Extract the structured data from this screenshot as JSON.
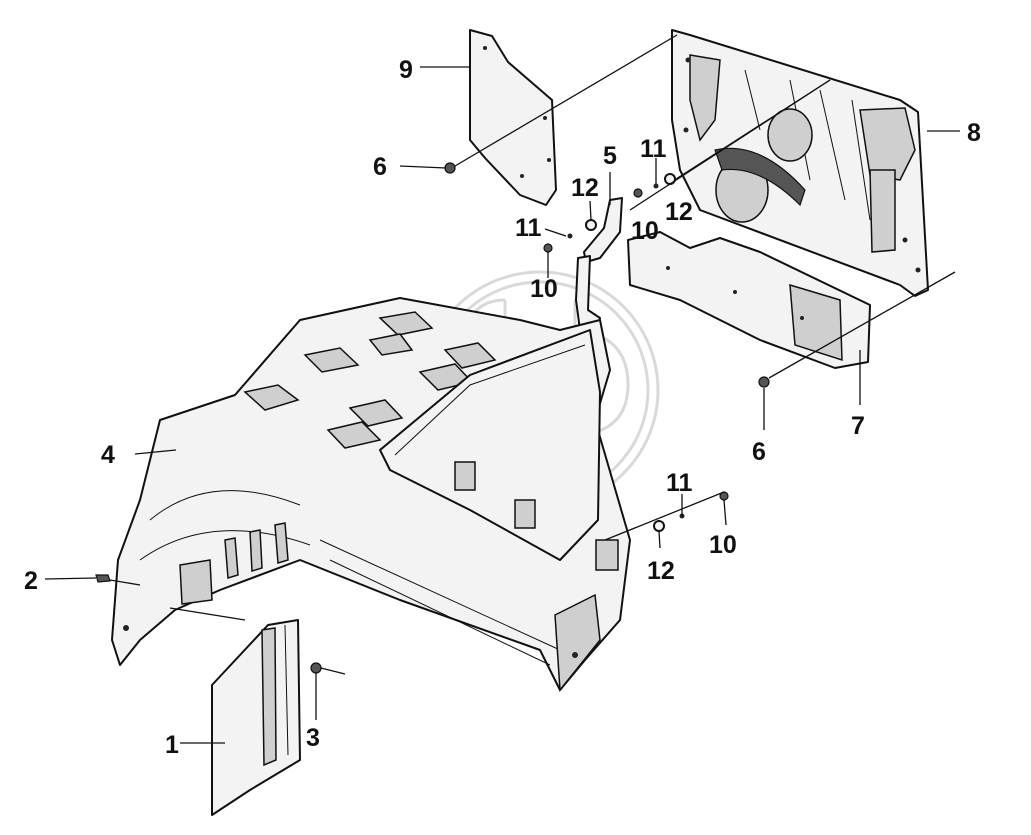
{
  "diagram": {
    "callouts": [
      {
        "id": "c1",
        "label": "1"
      },
      {
        "id": "c2",
        "label": "2"
      },
      {
        "id": "c3",
        "label": "3"
      },
      {
        "id": "c4",
        "label": "4"
      },
      {
        "id": "c5",
        "label": "5"
      },
      {
        "id": "c6a",
        "label": "6"
      },
      {
        "id": "c6b",
        "label": "6"
      },
      {
        "id": "c7",
        "label": "7"
      },
      {
        "id": "c8",
        "label": "8"
      },
      {
        "id": "c9",
        "label": "9"
      },
      {
        "id": "c10a",
        "label": "10"
      },
      {
        "id": "c10b",
        "label": "10"
      },
      {
        "id": "c10c",
        "label": "10"
      },
      {
        "id": "c11a",
        "label": "11"
      },
      {
        "id": "c11b",
        "label": "11"
      },
      {
        "id": "c11c",
        "label": "11"
      },
      {
        "id": "c12a",
        "label": "12"
      },
      {
        "id": "c12b",
        "label": "12"
      },
      {
        "id": "c12c",
        "label": "12"
      }
    ]
  }
}
